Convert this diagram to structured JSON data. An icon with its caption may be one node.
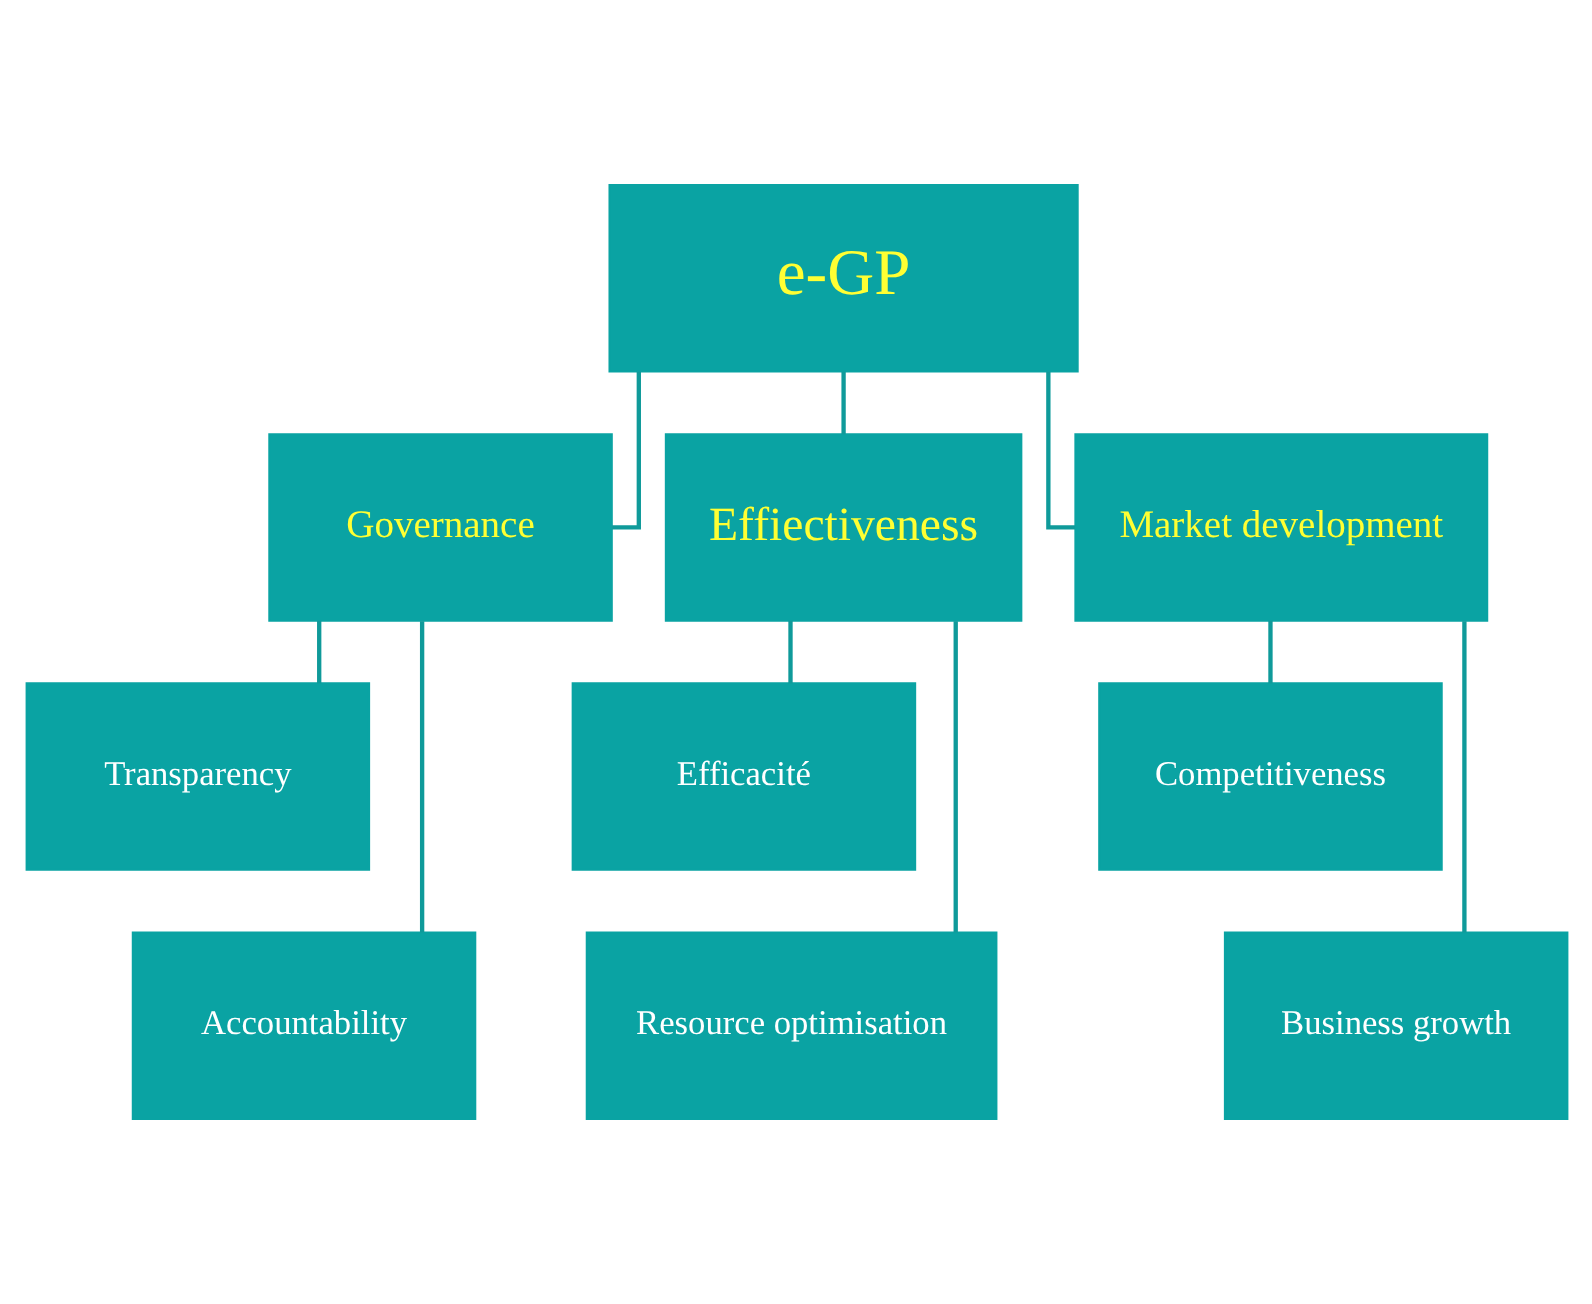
{
  "diagram": {
    "nodes": [
      {
        "text": [
          "e-GP"
        ]
      },
      {
        "text": [
          "Governance"
        ]
      },
      {
        "text": [
          "Effiectiveness"
        ]
      },
      {
        "text": [
          "Market development"
        ]
      },
      {
        "text": [
          "Transparency"
        ]
      },
      {
        "text": [
          "Accountability"
        ]
      },
      {
        "text": [
          "Efficacité"
        ]
      },
      {
        "text": [
          "Resource optimisation"
        ]
      },
      {
        "text": [
          "Competitiveness"
        ]
      },
      {
        "text": [
          "Business growth"
        ]
      }
    ],
    "edges": [
      {
        "from": 0,
        "to": 1,
        "arrow": "none"
      },
      {
        "from": 0,
        "to": 2,
        "arrow": "none"
      },
      {
        "from": 0,
        "to": 3,
        "arrow": "none"
      },
      {
        "from": 1,
        "to": 4,
        "arrow": "none"
      },
      {
        "from": 1,
        "to": 5,
        "arrow": "none"
      },
      {
        "from": 2,
        "to": 6,
        "arrow": "none"
      },
      {
        "from": 2,
        "to": 7,
        "arrow": "none"
      },
      {
        "from": 3,
        "to": 8,
        "arrow": "none"
      },
      {
        "from": 3,
        "to": 9,
        "arrow": "none"
      }
    ]
  }
}
